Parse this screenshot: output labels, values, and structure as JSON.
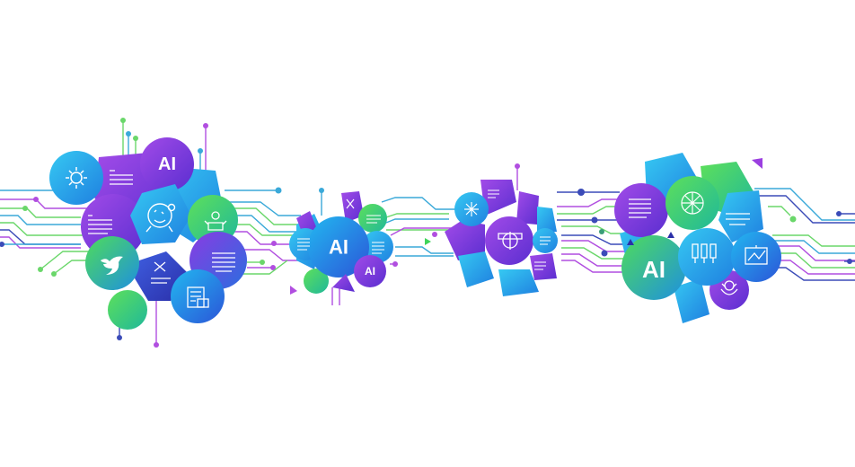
{
  "illustration": {
    "description": "AI technology clusters connected by circuit-board lines",
    "colors": {
      "purple": "#7b2fd6",
      "violet": "#9b3fe0",
      "blue": "#2a6fe0",
      "cyan": "#1fb4ef",
      "green": "#3fd45a",
      "navy": "#2b2fa8",
      "trace_cyan": "#3aa9d9",
      "trace_green": "#6ad76a",
      "trace_purple": "#b14ee0",
      "trace_navy": "#3b4bb8"
    },
    "clusters": [
      {
        "name": "cluster-1",
        "labels": {
          "ai": "AI"
        },
        "icons": [
          "gear-icon",
          "document-icon",
          "face-network-icon",
          "robot-icon",
          "twitter-bird-icon",
          "tools-icon",
          "text-lines-icon",
          "newspaper-icon"
        ]
      },
      {
        "name": "cluster-2",
        "labels": {
          "ai_large": "AI",
          "ai_small": "AI"
        },
        "icons": [
          "tools-icon",
          "document-icon",
          "text-lines-icon"
        ]
      },
      {
        "name": "cluster-3",
        "labels": {},
        "icons": [
          "sparkle-icon",
          "target-gear-icon",
          "document-icon",
          "text-lines-icon"
        ]
      },
      {
        "name": "cluster-4",
        "labels": {
          "ai": "AI"
        },
        "icons": [
          "document-icon",
          "globe-network-icon",
          "text-lines-icon",
          "bar-gauge-icon",
          "chart-icon",
          "robot-head-icon"
        ]
      }
    ]
  }
}
